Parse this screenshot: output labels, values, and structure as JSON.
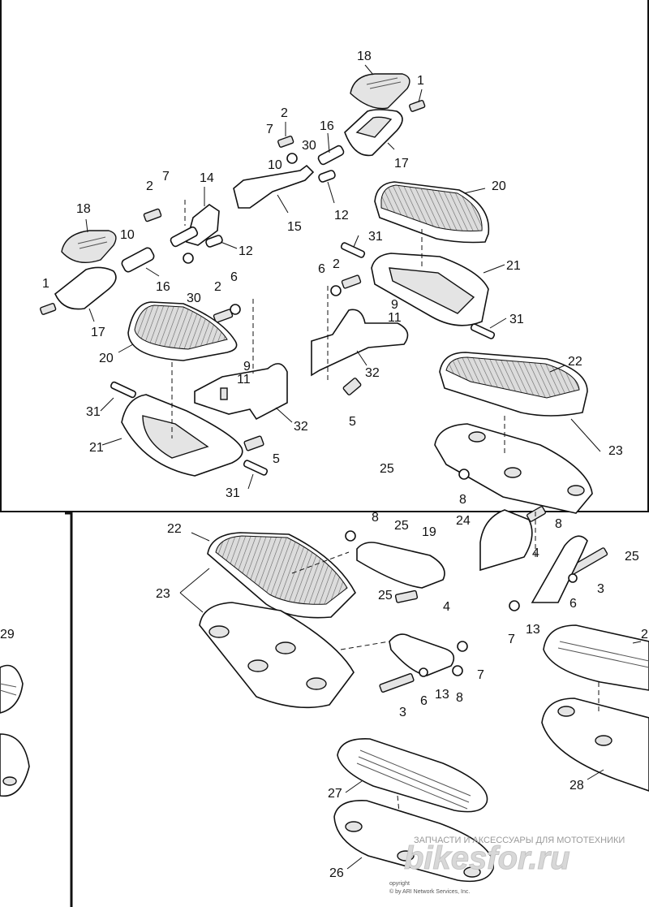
{
  "callouts_upper": [
    "18",
    "1",
    "2",
    "7",
    "16",
    "30",
    "10",
    "17",
    "20",
    "14",
    "2",
    "7",
    "12",
    "15",
    "18",
    "10",
    "12",
    "31",
    "2",
    "6",
    "21",
    "1",
    "16",
    "30",
    "2",
    "6",
    "9",
    "11",
    "31",
    "17",
    "20",
    "9",
    "11",
    "32",
    "22",
    "31",
    "32",
    "5",
    "21",
    "5",
    "23",
    "25",
    "31",
    "8",
    "24"
  ],
  "callouts_lower": [
    "22",
    "8",
    "25",
    "19",
    "8",
    "4",
    "25",
    "23",
    "3",
    "6",
    "25",
    "4",
    "7",
    "13",
    "7",
    "6",
    "13",
    "8",
    "3",
    "29",
    "2",
    "27",
    "28",
    "26"
  ],
  "watermark": {
    "tagline": "ЗАПЧАСТИ И АКСЕССУАРЫ ДЛЯ МОТОТЕХНИКИ",
    "brand": "bikesfor.ru",
    "copyright_line1": "opyright",
    "copyright_line2": "© by ARI Network Services, Inc."
  },
  "colors": {
    "ink": "#111111",
    "paper": "#ffffff",
    "watermark": "#d8d8d8"
  }
}
